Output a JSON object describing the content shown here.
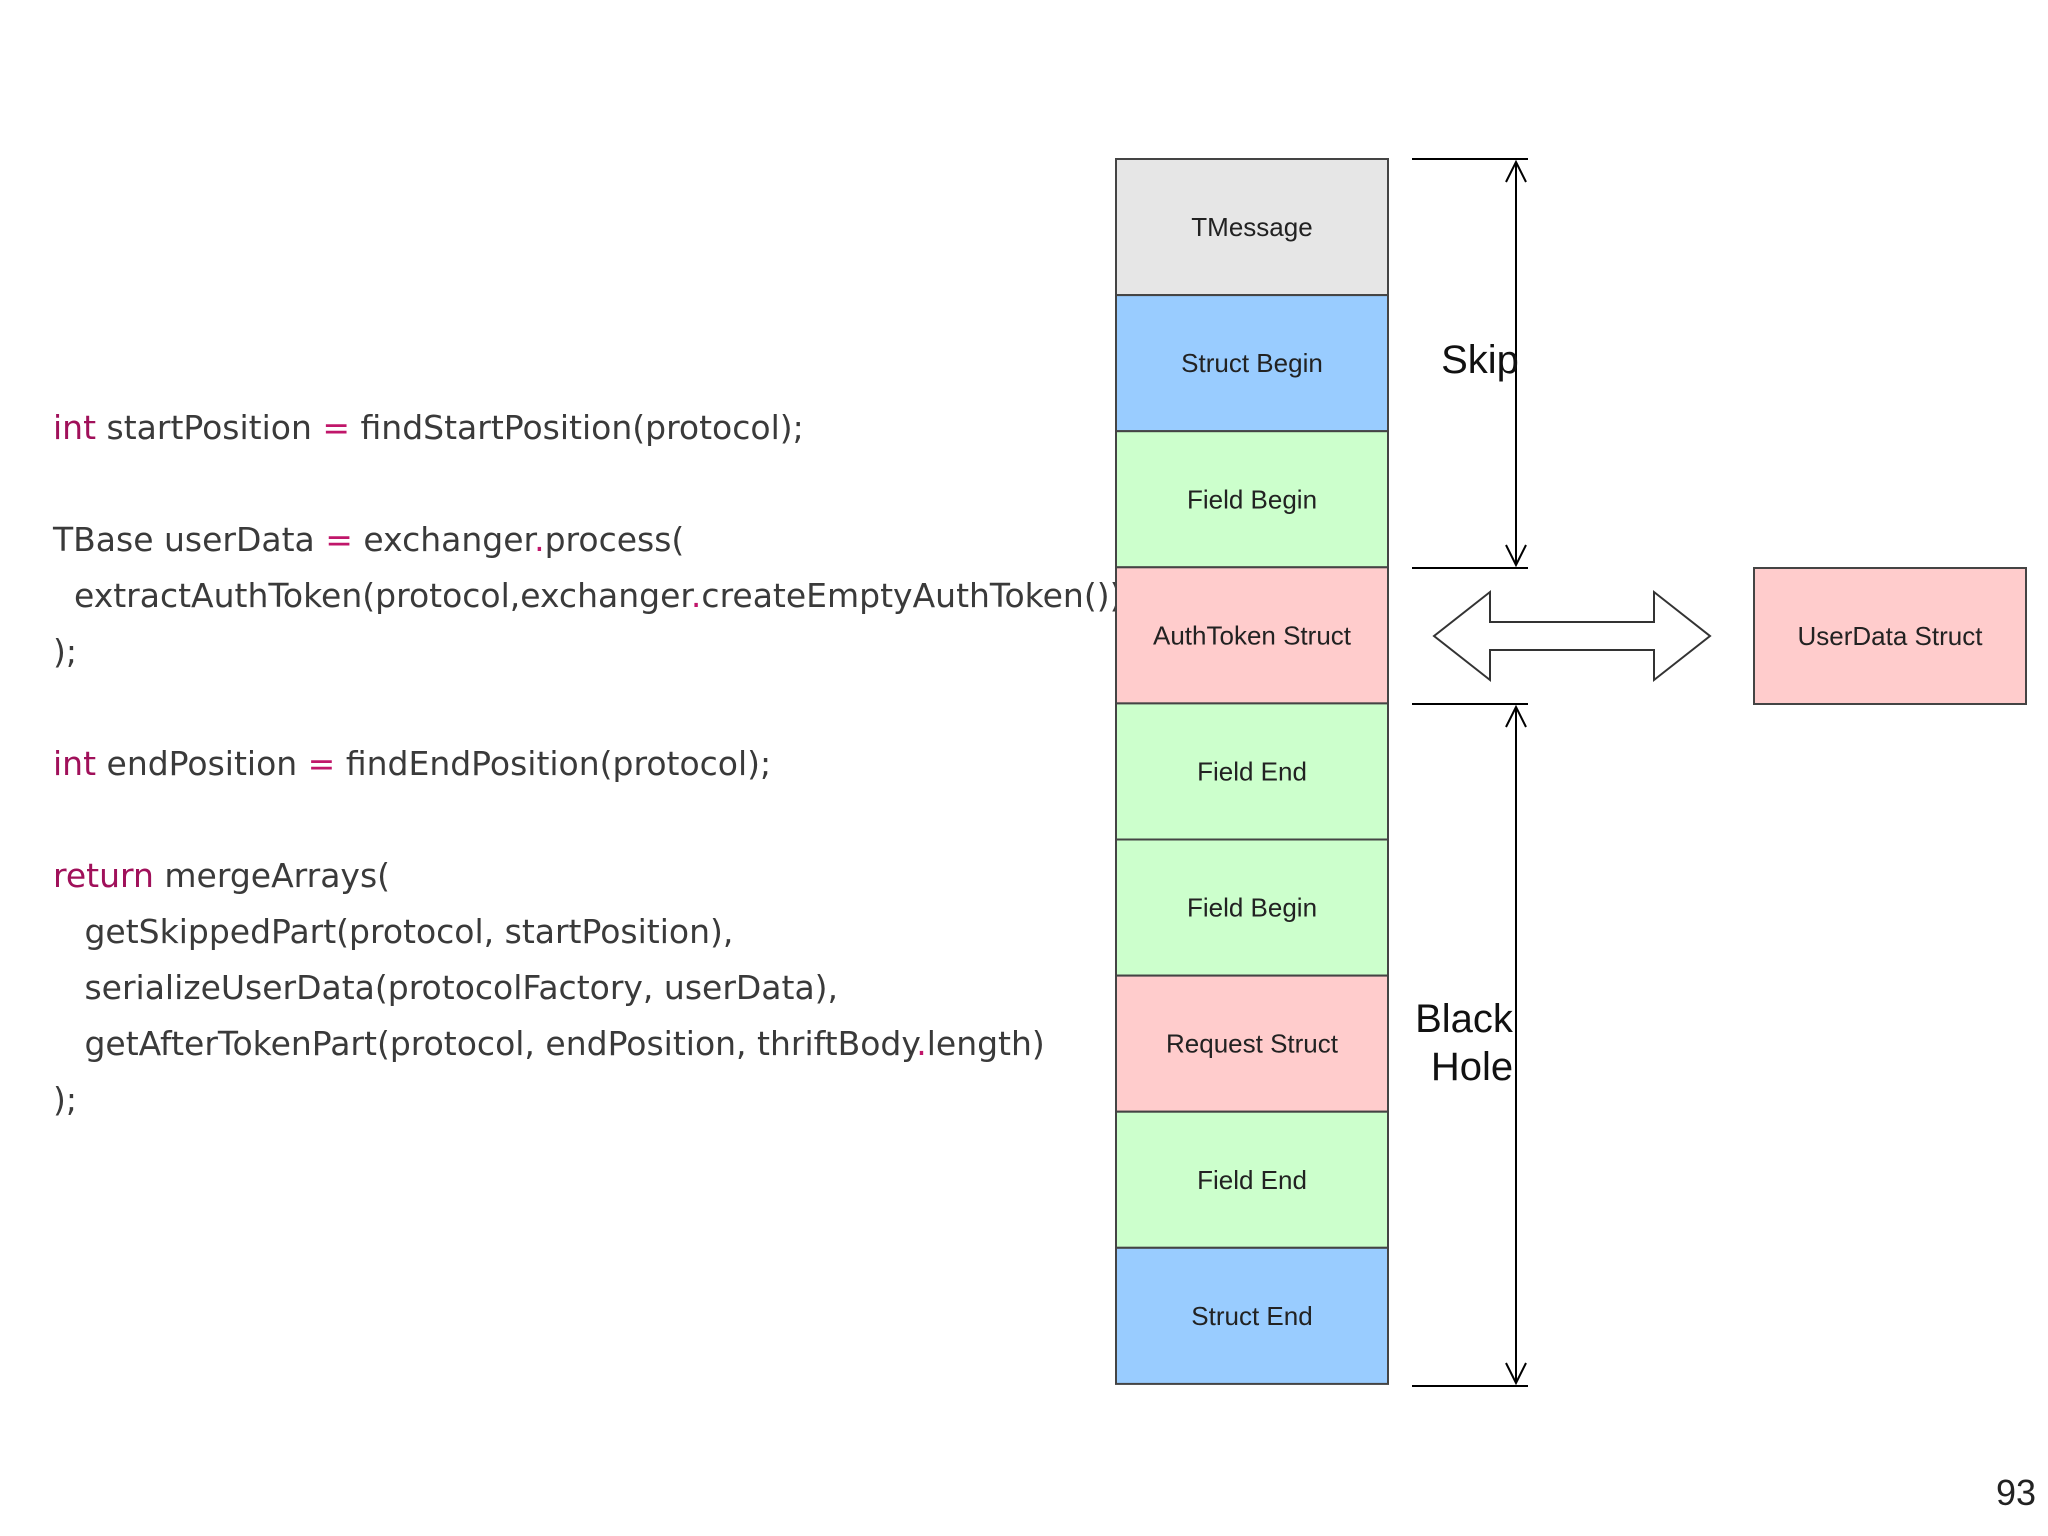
{
  "code_lines": [
    [
      {
        "t": "kw",
        "s": "int"
      },
      {
        "t": "",
        "s": " startPosition "
      },
      {
        "t": "eq",
        "s": "="
      },
      {
        "t": "",
        "s": " findStartPosition(protocol);"
      }
    ],
    [],
    [
      {
        "t": "",
        "s": "TBase userData "
      },
      {
        "t": "eq",
        "s": "="
      },
      {
        "t": "",
        "s": " exchanger"
      },
      {
        "t": "dot",
        "s": "."
      },
      {
        "t": "",
        "s": "process("
      }
    ],
    [
      {
        "t": "",
        "s": "  extractAuthToken(protocol,exchanger"
      },
      {
        "t": "dot",
        "s": "."
      },
      {
        "t": "",
        "s": "createEmptyAuthToken())"
      }
    ],
    [
      {
        "t": "",
        "s": ");"
      }
    ],
    [],
    [
      {
        "t": "kw",
        "s": "int"
      },
      {
        "t": "",
        "s": " endPosition "
      },
      {
        "t": "eq",
        "s": "="
      },
      {
        "t": "",
        "s": " findEndPosition(protocol);"
      }
    ],
    [],
    [
      {
        "t": "kw",
        "s": "return"
      },
      {
        "t": "",
        "s": " mergeArrays("
      }
    ],
    [
      {
        "t": "",
        "s": "   getSkippedPart(protocol, startPosition),"
      }
    ],
    [
      {
        "t": "",
        "s": "   serializeUserData(protocolFactory, userData),"
      }
    ],
    [
      {
        "t": "",
        "s": "   getAfterTokenPart(protocol, endPosition, thriftBody"
      },
      {
        "t": "dot",
        "s": "."
      },
      {
        "t": "",
        "s": "length)"
      }
    ],
    [
      {
        "t": "",
        "s": ");"
      }
    ]
  ],
  "blocks": [
    {
      "label": "TMessage",
      "color": "#e6e6e6"
    },
    {
      "label": "Struct Begin",
      "color": "#99ccff"
    },
    {
      "label": "Field Begin",
      "color": "#ccffcc"
    },
    {
      "label": "AuthToken Struct",
      "color": "#ffcccc"
    },
    {
      "label": "Field End",
      "color": "#ccffcc"
    },
    {
      "label": "Field Begin",
      "color": "#ccffcc"
    },
    {
      "label": "Request Struct",
      "color": "#ffcccc"
    },
    {
      "label": "Field End",
      "color": "#ccffcc"
    },
    {
      "label": "Struct End",
      "color": "#99ccff"
    }
  ],
  "skip_label": "Skip",
  "black_hole_label_line1": "Black",
  "black_hole_label_line2": "Hole",
  "userdata_block": {
    "label": "UserData Struct",
    "color": "#ffcccc"
  },
  "page_number": "93"
}
